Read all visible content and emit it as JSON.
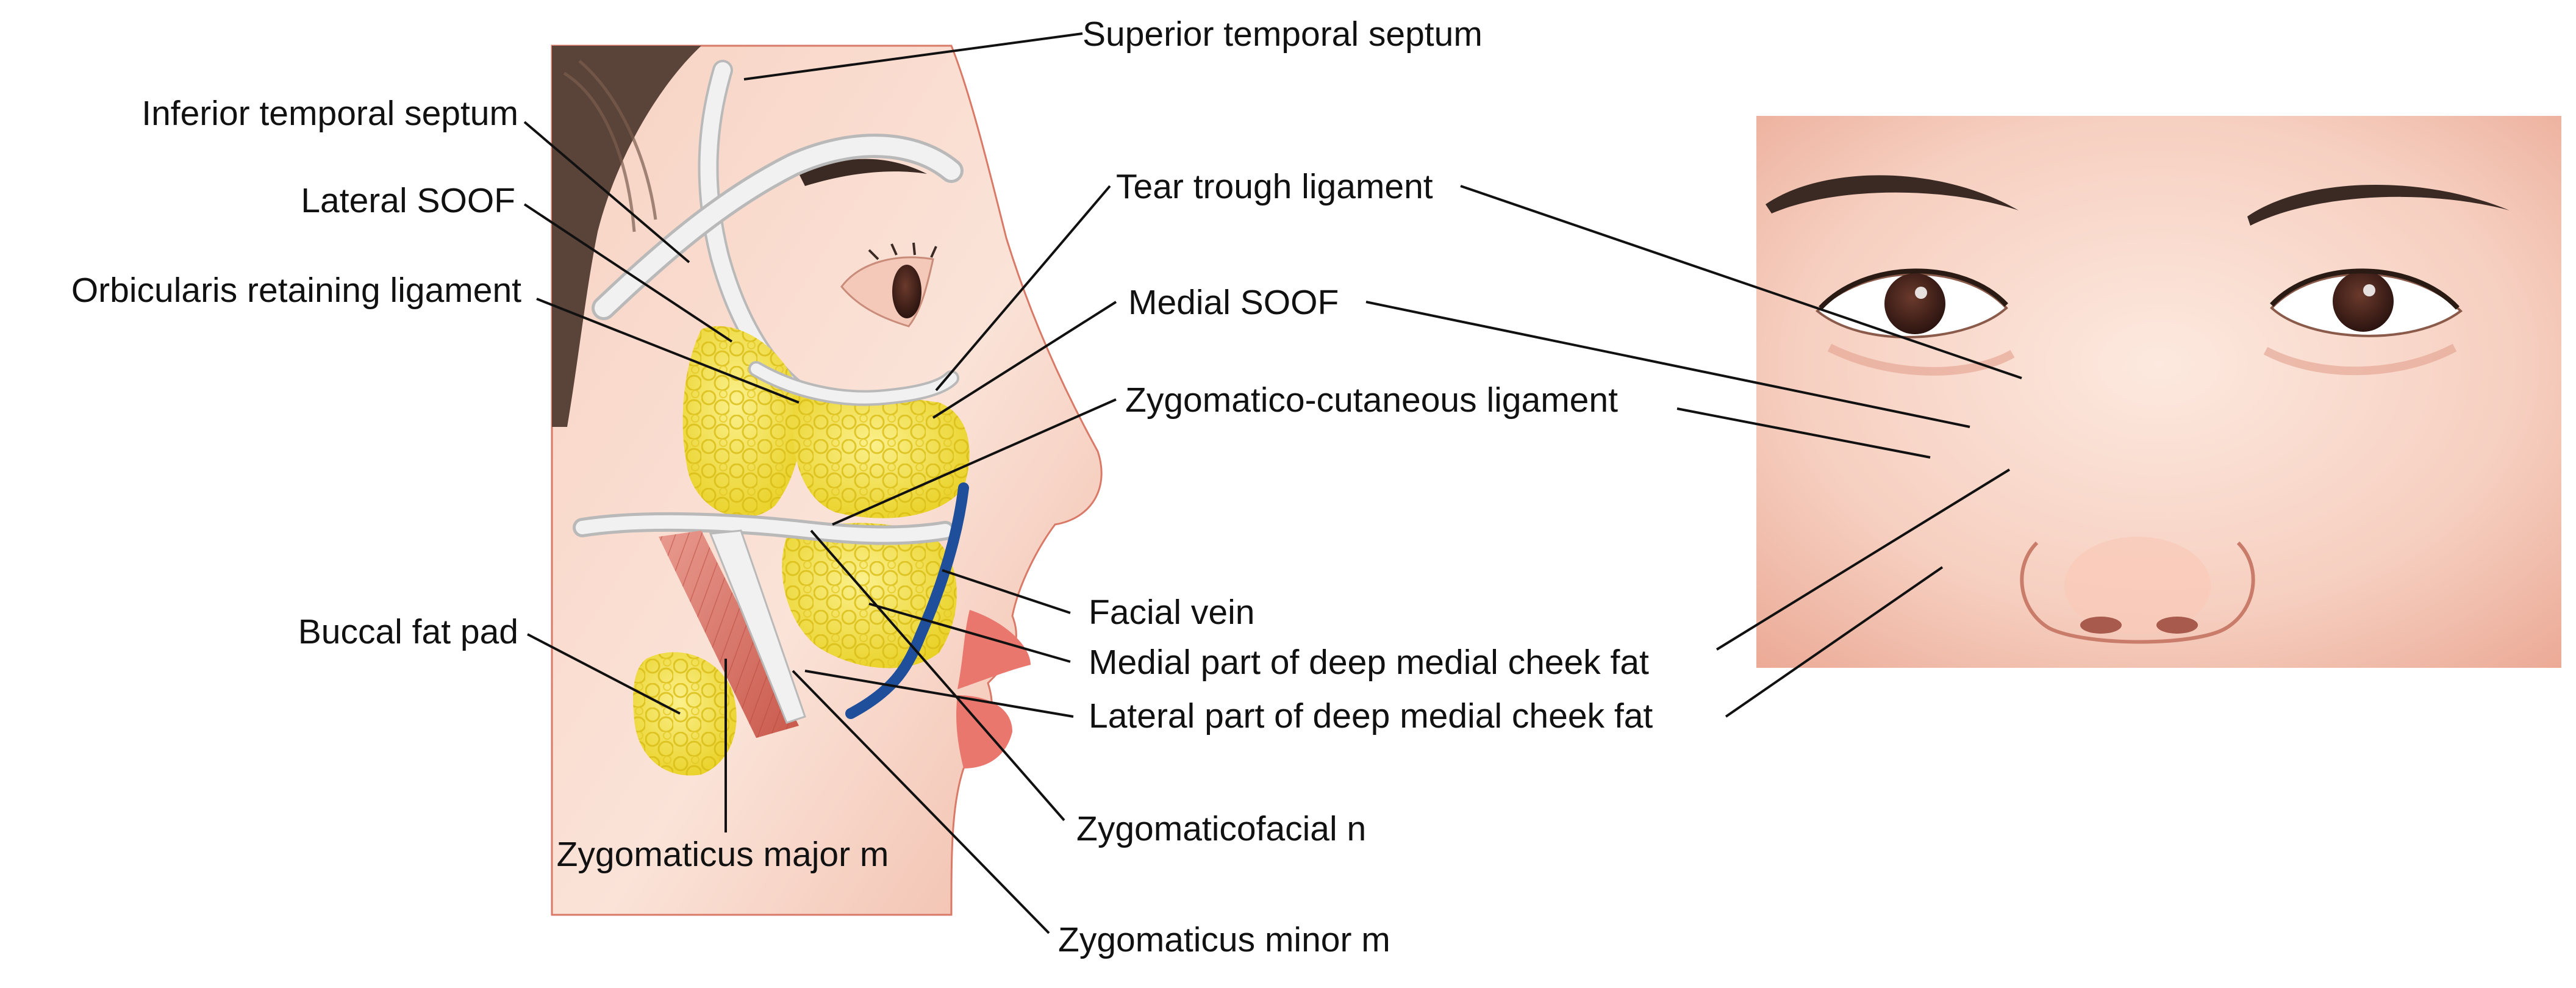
{
  "colors": {
    "background": "#ffffff",
    "skin_light": "#fbe3d8",
    "skin_mid": "#f2bfae",
    "skin_shadow": "#e7a896",
    "skin_outline": "#d97a68",
    "hair": "#5a4338",
    "fat": "#f4df3a",
    "fat_light": "#fbf08c",
    "ligament": "#f1f1f1",
    "ligament_edge": "#b9b9b9",
    "muscle": "#dc7d70",
    "vein": "#1f4f9b",
    "lip": "#e9776d",
    "iris": "#3e1f16",
    "brow": "#3b2a23",
    "leader": "#111111"
  },
  "left_view_labels": {
    "inferior_temporal_septum": "Inferior temporal septum",
    "lateral_soof": "Lateral SOOF",
    "orbicularis_retaining_ligament": "Orbicularis retaining ligament",
    "buccal_fat_pad": "Buccal fat pad",
    "zygomaticus_major": "Zygomaticus major m",
    "zygomaticus_minor": "Zygomaticus minor m",
    "zygomaticofacial_n": "Zygomaticofacial n",
    "superior_temporal_septum": "Superior temporal septum",
    "tear_trough_ligament": "Tear trough ligament",
    "medial_soof": "Medial SOOF",
    "zygomatico_cutaneous_ligament": "Zygomatico-cutaneous ligament",
    "facial_vein": "Facial vein",
    "medial_deep_medial_cheek_fat": "Medial part of deep medial cheek fat",
    "lateral_deep_medial_cheek_fat": "Lateral part of deep medial cheek fat"
  },
  "icons": {
    "profile_view": "side-profile-face-illustration",
    "frontal_view": "frontal-face-illustration"
  }
}
